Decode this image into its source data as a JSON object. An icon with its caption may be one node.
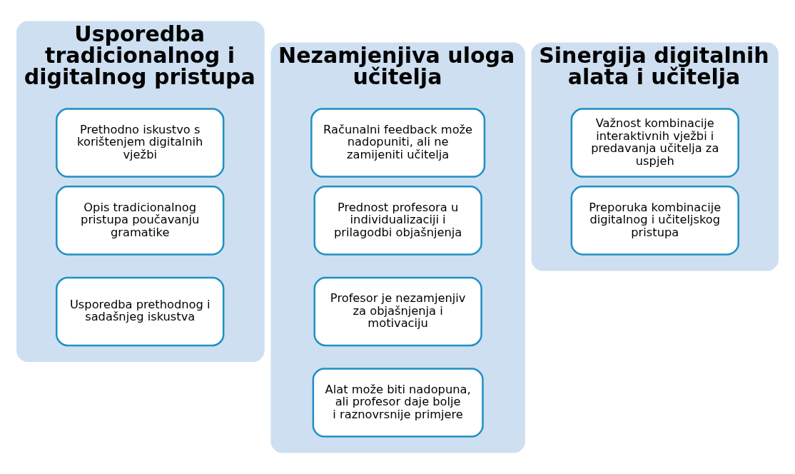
{
  "diagram": {
    "nodes": [
      {
        "text": [
          "Usporedba tradicionalnog i digitalnog pristupa"
        ]
      },
      {
        "text": [
          "Prethodno iskustvo s korištenjem digitalnih vježbi"
        ],
        "in": 0
      },
      {
        "text": [
          "Opis tradicionalnog pristupa poučavanju gramatike"
        ],
        "in": 0
      },
      {
        "text": [
          "Usporedba prethodnog i sadašnjeg iskustva"
        ],
        "in": 0
      },
      {
        "text": [
          "Nezamjenjiva uloga učitelja"
        ]
      },
      {
        "text": [
          "Računalni feedback može nadopuniti, ali ne zamijeniti učitelja"
        ],
        "in": 4
      },
      {
        "text": [
          "Prednost profesora u individualizaciji i prilagodbi objašnjenja"
        ],
        "in": 4
      },
      {
        "text": [
          "Profesor je nezamjenjiv za objašnjenja i motivaciju"
        ],
        "in": 4
      },
      {
        "text": [
          "Alat može biti nadopuna, ali profesor daje bolje i raznovrsnije primjere"
        ],
        "in": 4
      },
      {
        "text": [
          "Sinergija digitalnih alata i učitelja"
        ]
      },
      {
        "text": [
          "Važnost kombinacije interaktivnih vježbi i predavanja učitelja za uspjeh"
        ],
        "in": 9
      },
      {
        "text": [
          "Preporuka kombinacije digitalnog i učiteljskog pristupa"
        ],
        "in": 9
      }
    ],
    "edges": []
  }
}
